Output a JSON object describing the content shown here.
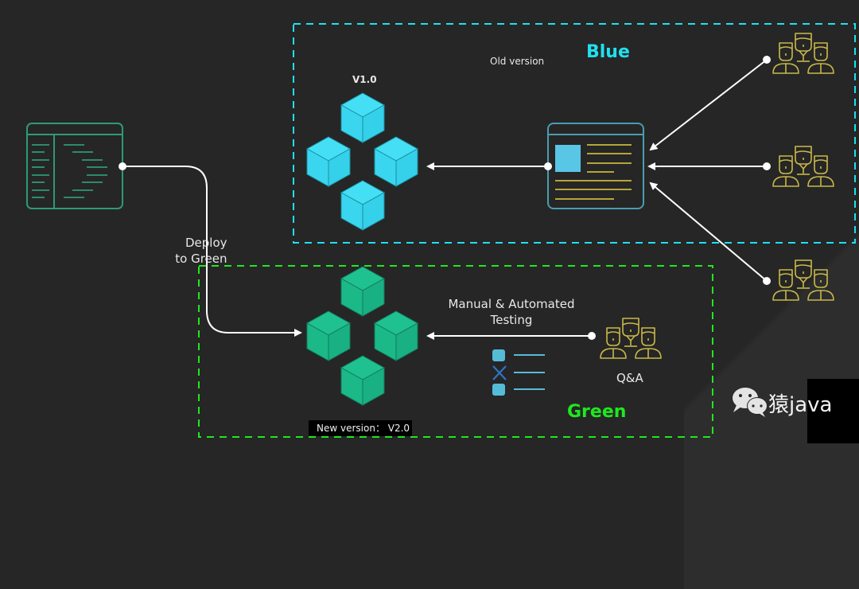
{
  "colors": {
    "background": "#262626",
    "blue_accent": "#1fe0f0",
    "green_accent": "#1ee81e",
    "blue_cube": "#3fd9f2",
    "green_cube": "#1db88a",
    "user_icon": "#c8b84a",
    "source_icon": "#2e9a74",
    "arrow": "#ffffff"
  },
  "source": {
    "icon": "source-code-icon"
  },
  "deploy_label": {
    "line1": "Deploy",
    "line2": "to Green"
  },
  "blue_env": {
    "title": "Blue",
    "subtitle": "Old version",
    "version_label": "V1.0",
    "cubes_icon": "cluster-cubes-icon",
    "router_icon": "web-page-icon",
    "user_groups": [
      "users-group-icon",
      "users-group-icon",
      "users-group-icon"
    ]
  },
  "green_env": {
    "title": "Green",
    "version_badge": "New version： V2.0",
    "cubes_icon": "cluster-cubes-icon",
    "testing_label": {
      "line1": "Manual & Automated",
      "line2": "Testing"
    },
    "checklist_icon": "test-checklist-icon",
    "qa_label": "Q&A",
    "qa_icon": "users-group-icon"
  },
  "watermark": {
    "icon": "wechat-icon",
    "text": "猿java"
  }
}
